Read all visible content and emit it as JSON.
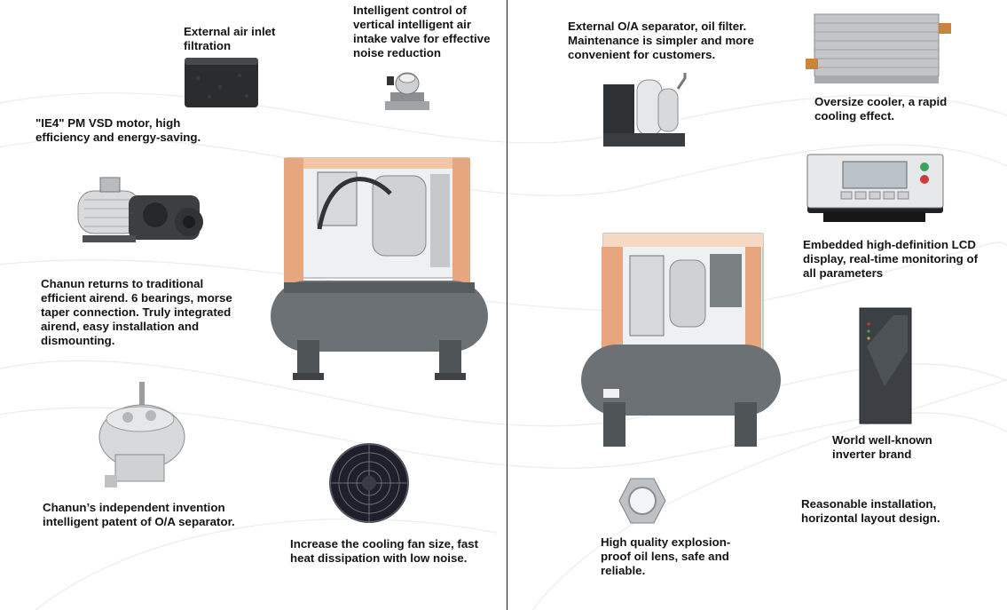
{
  "captions": {
    "air_inlet": "External air inlet filtration",
    "intake_valve": "Intelligent control of vertical intelligent air intake valve for effective noise reduction",
    "motor": "\"IE4\" PM VSD motor, high efficiency and energy-saving.",
    "airend": "Chanun returns to traditional efficient airend. 6 bearings, morse taper connection. Truly integrated airend, easy installation and dismounting.",
    "separator_patent": "Chanun’s independent invention intelligent patent of O/A separator.",
    "cooling_fan": "Increase the cooling fan size, fast heat dissipation with low noise.",
    "oa_separator": "External O/A separator, oil filter. Maintenance is simpler and more convenient for customers.",
    "cooler": "Oversize cooler, a rapid cooling effect.",
    "lcd": "Embedded high-definition LCD display, real-time monitoring of all parameters",
    "inverter": "World well-known inverter brand",
    "installation": "Reasonable installation, horizontal layout design.",
    "oil_lens": "High quality explosion-proof oil lens, safe and reliable."
  },
  "colors": {
    "frame": "#e7a67d",
    "tank": "#6b7174",
    "dark": "#2a2d30",
    "text": "#141414"
  }
}
